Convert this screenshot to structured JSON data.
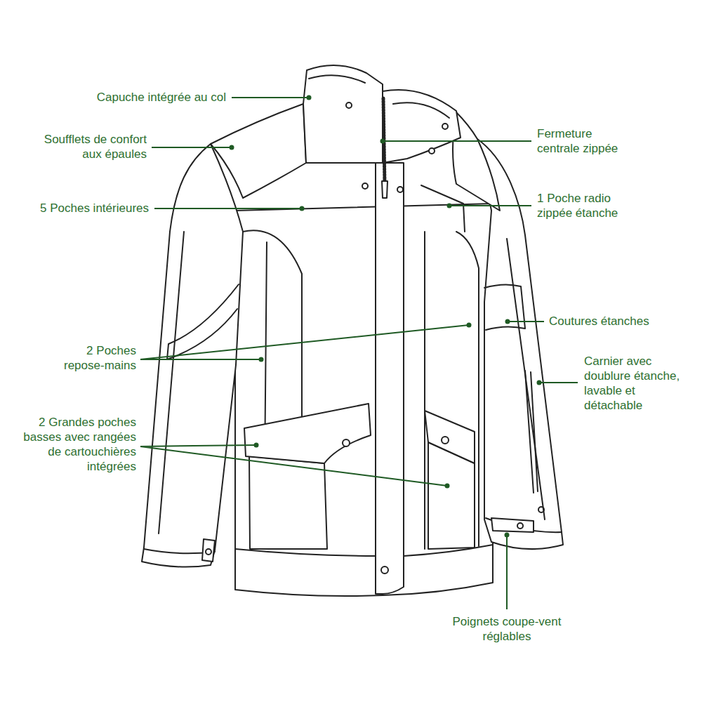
{
  "diagram": {
    "labels": [
      "Capuche intégrée au col",
      "Soufflets de confort aux épaules",
      "5 Poches intérieures",
      "2 Poches repose-mains",
      "2 Grandes poches basses avec rangées de cartouchières intégrées",
      "Fermeture centrale zippée",
      "1 Poche radio zippée étanche",
      "Coutures étanches",
      "Carnier avec doublure étanche, lavable et détachable",
      "Poignets coupe-vent réglables"
    ]
  }
}
